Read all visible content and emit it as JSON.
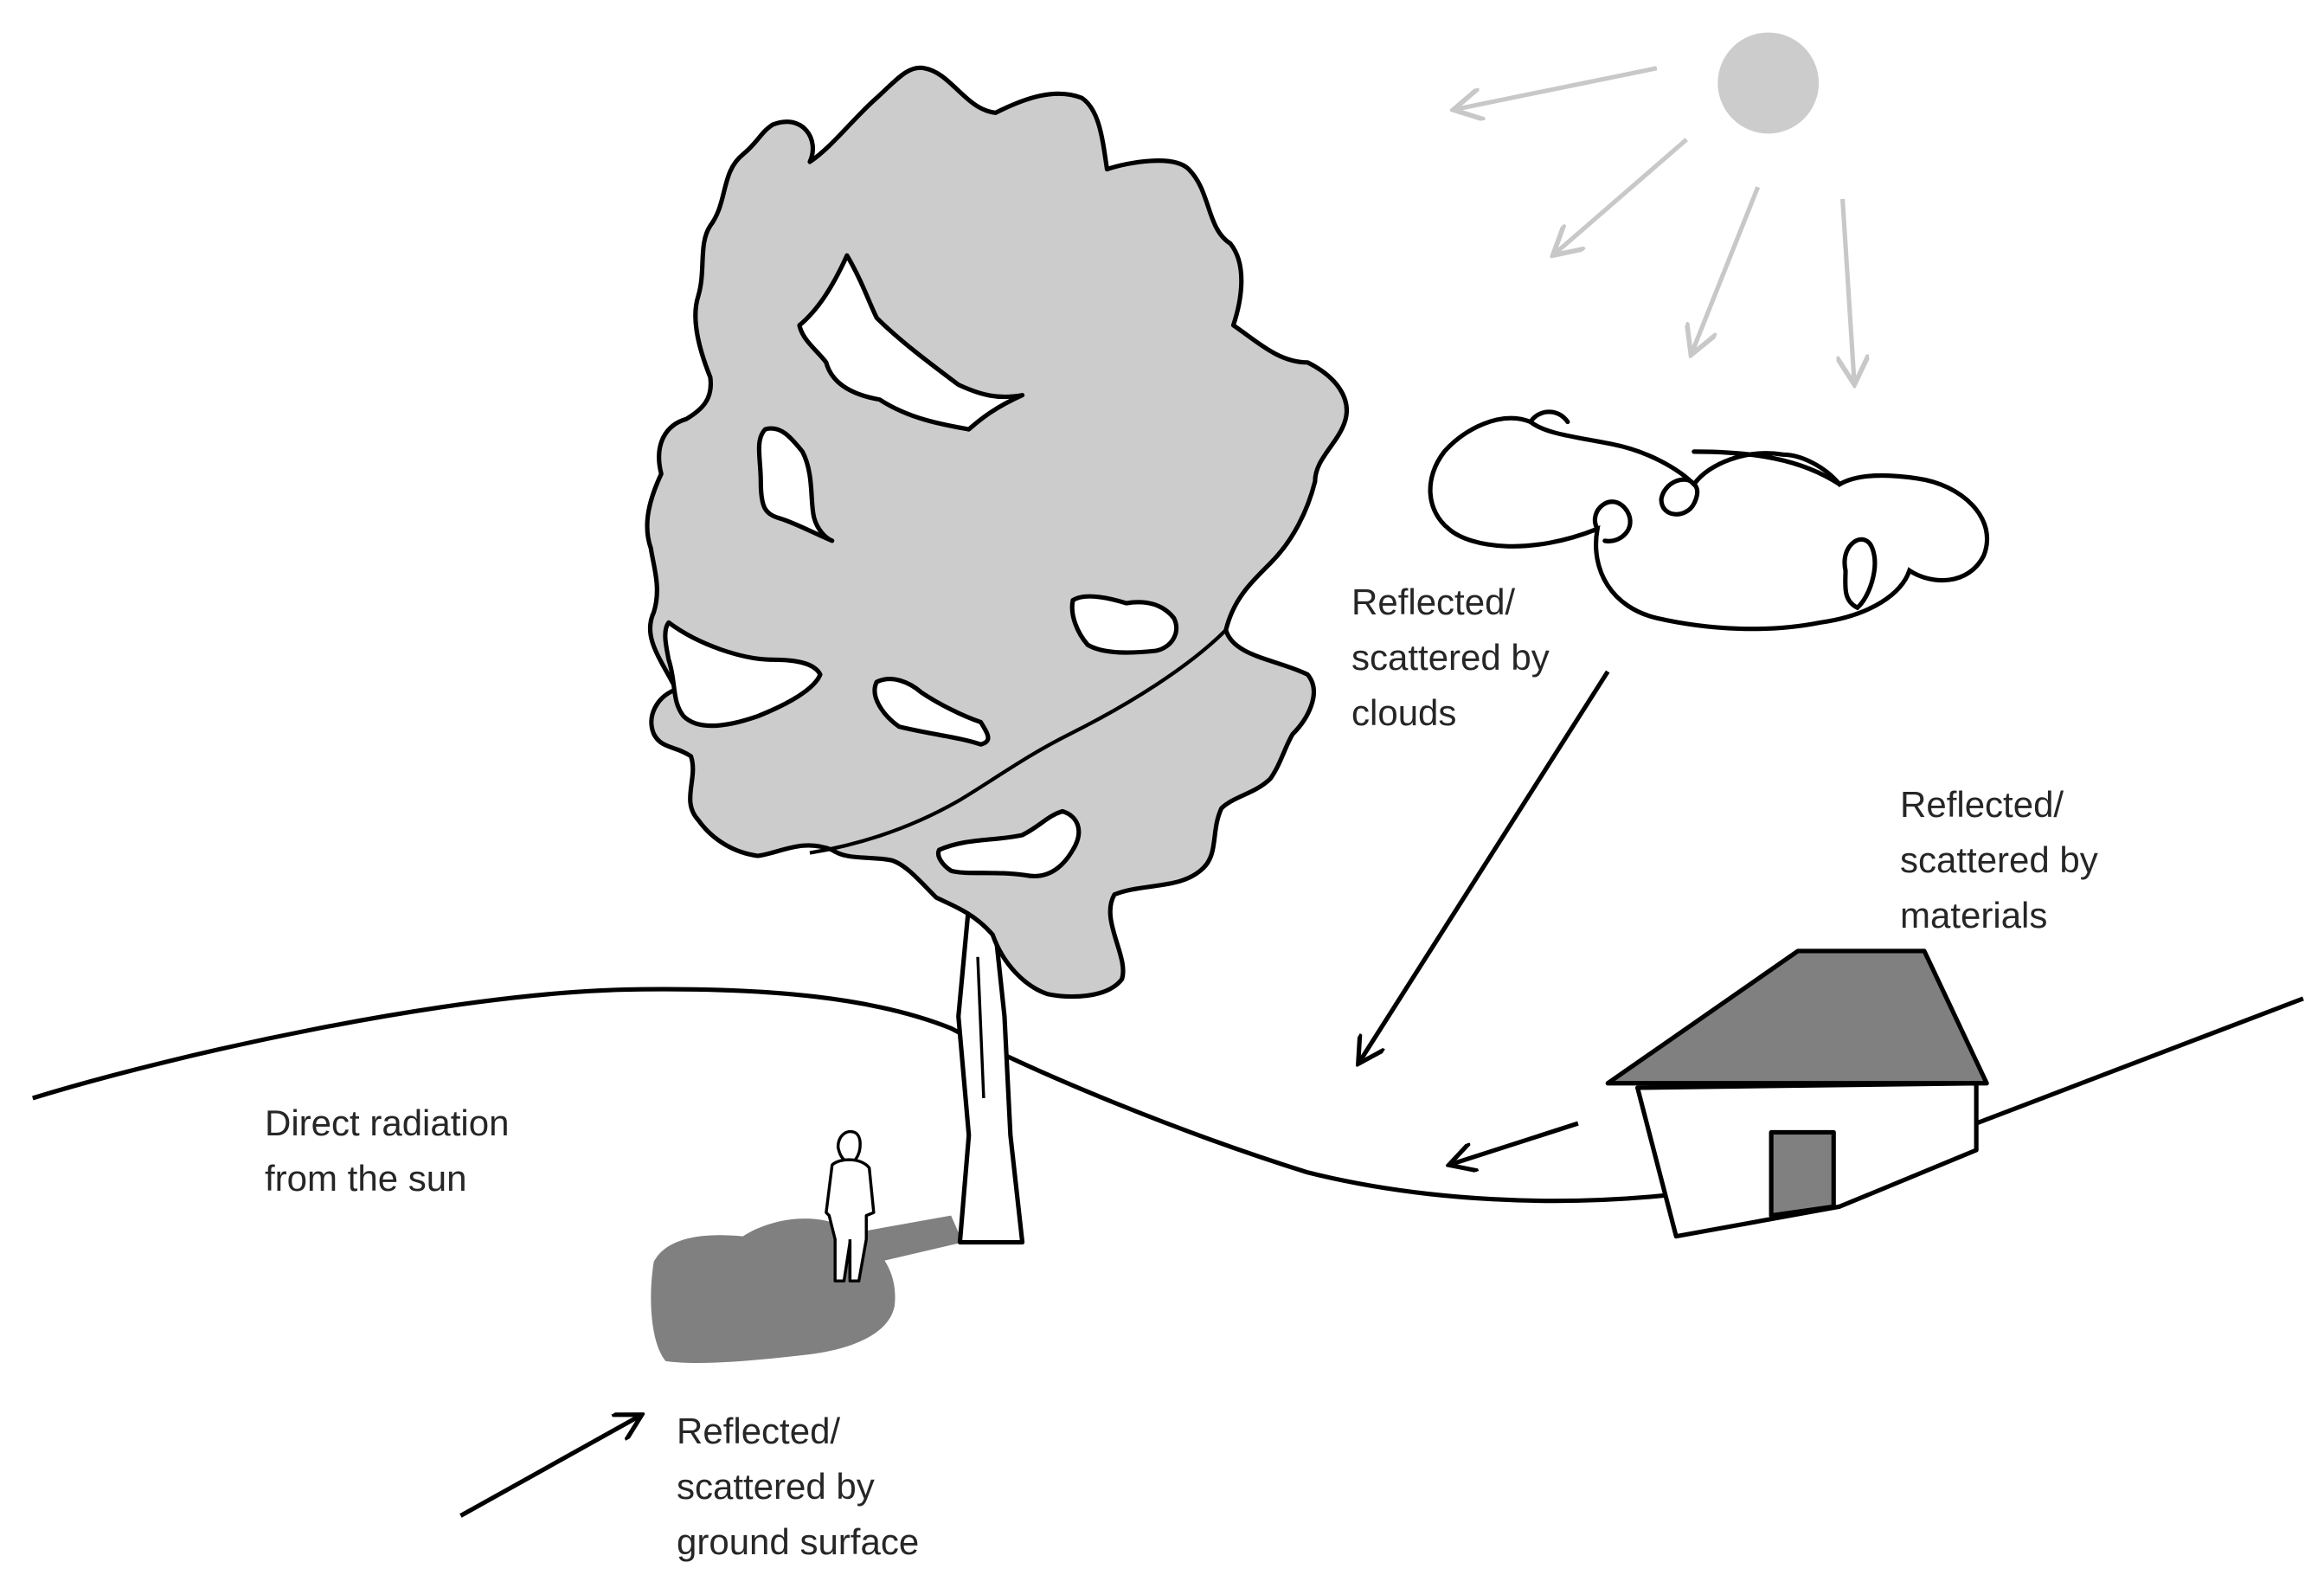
{
  "labels": {
    "direct": [
      "Direct radiation",
      "from the sun"
    ],
    "clouds": [
      "Reflected/",
      "scattered by",
      "clouds"
    ],
    "materials": [
      "Reflected/",
      "scattered by",
      "materials"
    ],
    "ground": [
      "Reflected/",
      "scattered by",
      "ground surface"
    ]
  },
  "colors": {
    "canopy": "#cccccc",
    "sun": "#cccccc",
    "sun_rays": "#c8c8c8",
    "shadow": "#808080",
    "roof": "#808080",
    "door": "#808080",
    "outline": "#000000",
    "text": "#262626"
  }
}
